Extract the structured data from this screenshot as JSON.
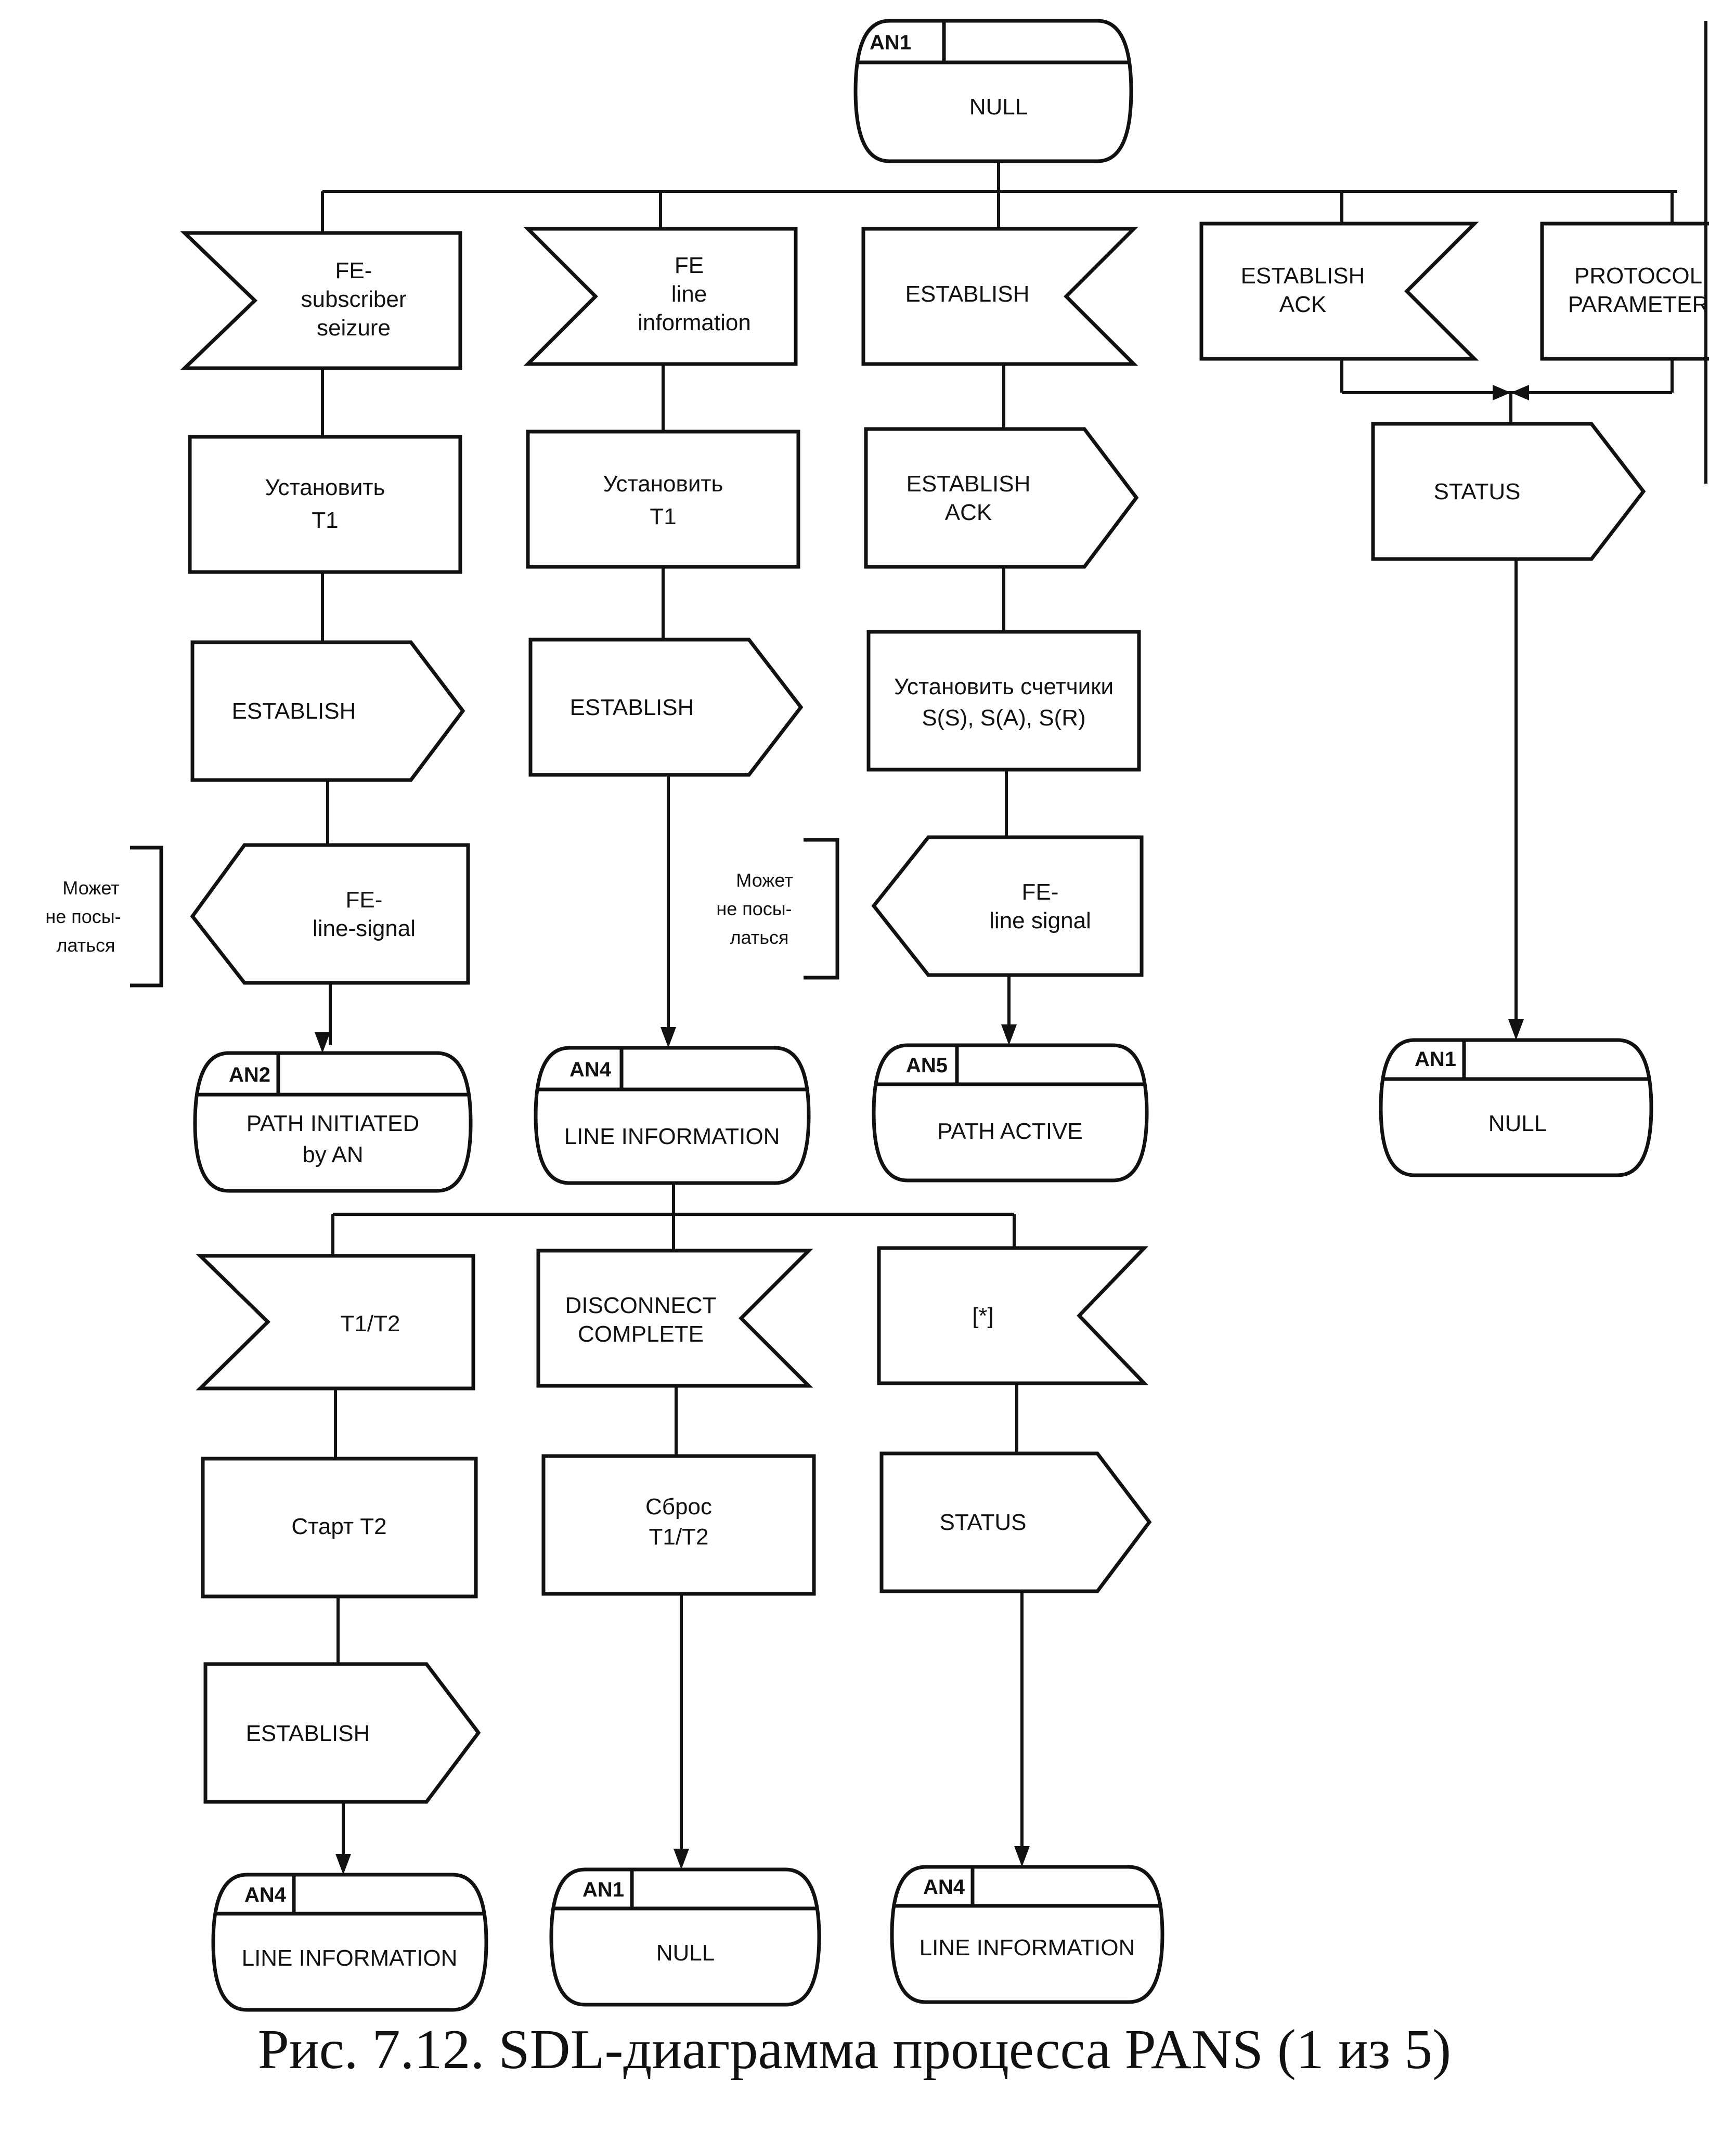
{
  "caption": "Рис. 7.12.   SDL-диаграмма процесса PANS (1 из 5)",
  "states": {
    "an1_top": {
      "tag": "AN1",
      "label": [
        "NULL"
      ]
    },
    "an2": {
      "tag": "AN2",
      "label": [
        "PATH INITIATED",
        "by AN"
      ]
    },
    "an4_mid": {
      "tag": "AN4",
      "label": [
        "LINE INFORMATION"
      ]
    },
    "an5": {
      "tag": "AN5",
      "label": [
        "PATH ACTIVE"
      ]
    },
    "an1_right": {
      "tag": "AN1",
      "label": [
        "NULL"
      ]
    },
    "an4_b1": {
      "tag": "AN4",
      "label": [
        "LINE INFORMATION"
      ]
    },
    "an1_b2": {
      "tag": "AN1",
      "label": [
        "NULL"
      ]
    },
    "an4_b3": {
      "tag": "AN4",
      "label": [
        "LINE INFORMATION"
      ]
    }
  },
  "inputs": {
    "fe_subscriber_seizure": [
      "FE-",
      "subscriber",
      "seizure"
    ],
    "fe_line_information": [
      "FE",
      "line",
      "information"
    ],
    "establish": [
      "ESTABLISH"
    ],
    "establish_ack": [
      "ESTABLISH",
      "ACK"
    ],
    "protocol_parameter": [
      "PROTOCOL",
      "PARAMETER"
    ],
    "t1_t2": [
      "T1/T2"
    ],
    "disconnect_complete": [
      "DISCONNECT",
      "COMPLETE"
    ],
    "any": [
      "[*]"
    ]
  },
  "tasks": {
    "set_t1_a": [
      "Установить",
      "T1"
    ],
    "set_t1_b": [
      "Установить",
      "T1"
    ],
    "set_counters": [
      "Установить счетчики",
      "S(S), S(A), S(R)"
    ],
    "start_t2": [
      "Старт T2"
    ],
    "reset_t1_t2": [
      "Сброс",
      "T1/T2"
    ]
  },
  "outputs": {
    "establish_a": [
      "ESTABLISH"
    ],
    "establish_b": [
      "ESTABLISH"
    ],
    "establish_ack": [
      "ESTABLISH",
      "ACK"
    ],
    "status_right": [
      "STATUS"
    ],
    "fe_line_signal_a": [
      "FE-",
      "line-signal"
    ],
    "fe_line_signal_c": [
      "FE-",
      "line signal"
    ],
    "status_bottom": [
      "STATUS"
    ],
    "establish_bottom": [
      "ESTABLISH"
    ]
  },
  "notes": {
    "note_a": [
      "Может",
      "не посы-",
      "латься"
    ],
    "note_b": [
      "Может",
      "не посы-",
      "латься"
    ]
  }
}
